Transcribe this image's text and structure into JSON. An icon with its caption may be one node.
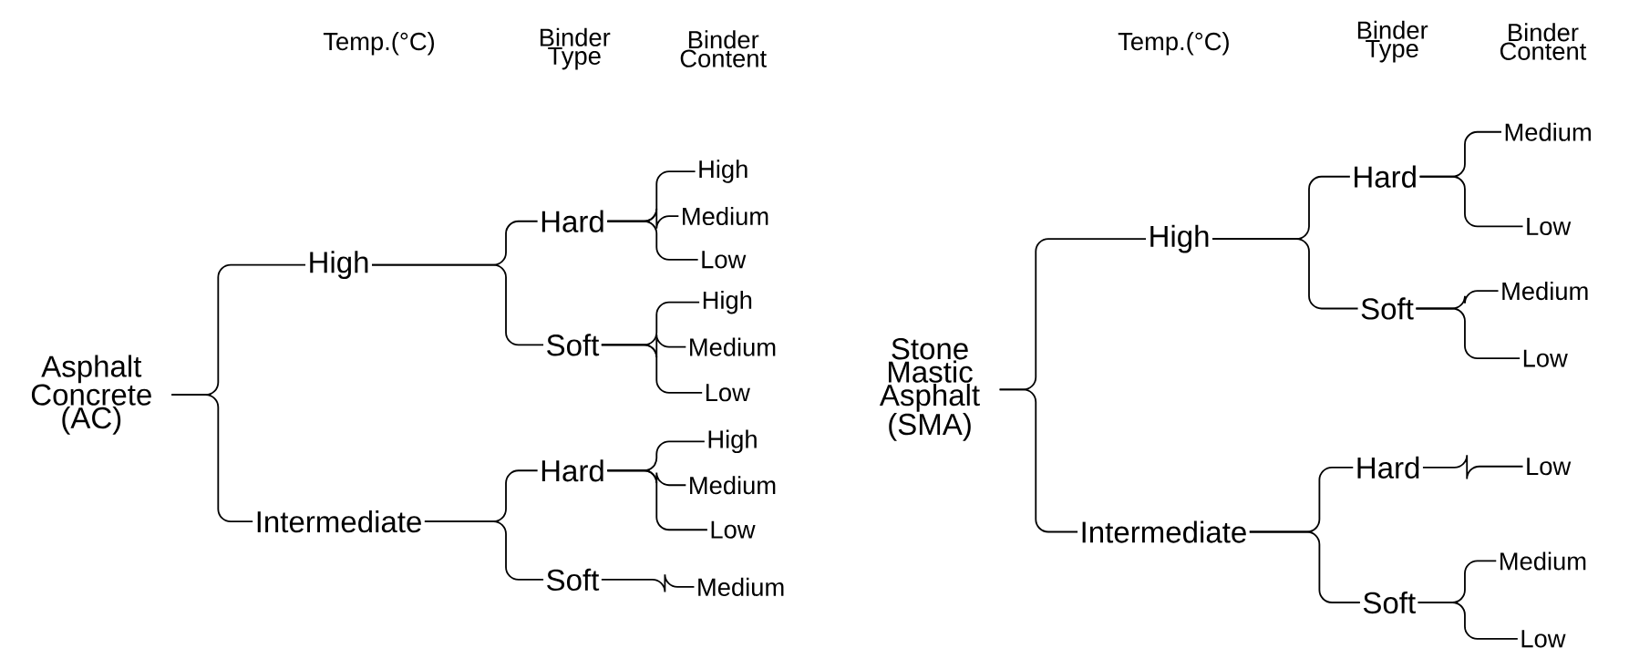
{
  "diagram": {
    "nodes": [
      {
        "text": [
          "Asphalt Concrete (AC)"
        ]
      },
      {
        "text": [
          "High"
        ]
      },
      {
        "text": [
          "Hard"
        ]
      },
      {
        "text": [
          "High"
        ]
      },
      {
        "text": [
          "Medium"
        ]
      },
      {
        "text": [
          "Low"
        ]
      },
      {
        "text": [
          "Soft"
        ]
      },
      {
        "text": [
          "High"
        ]
      },
      {
        "text": [
          "Medium"
        ]
      },
      {
        "text": [
          "Low"
        ]
      },
      {
        "text": [
          "Intermediate"
        ]
      },
      {
        "text": [
          "Hard"
        ]
      },
      {
        "text": [
          "High"
        ]
      },
      {
        "text": [
          "Medium"
        ]
      },
      {
        "text": [
          "Low"
        ]
      },
      {
        "text": [
          "Soft"
        ]
      },
      {
        "text": [
          "Medium"
        ]
      },
      {
        "text": [
          "Stone Mastic Asphalt (SMA)"
        ]
      },
      {
        "text": [
          "High"
        ]
      },
      {
        "text": [
          "Hard"
        ]
      },
      {
        "text": [
          "Medium"
        ]
      },
      {
        "text": [
          "Low"
        ]
      },
      {
        "text": [
          "Soft"
        ]
      },
      {
        "text": [
          "Medium"
        ]
      },
      {
        "text": [
          "Low"
        ]
      },
      {
        "text": [
          "Intermediate"
        ]
      },
      {
        "text": [
          "Hard"
        ]
      },
      {
        "text": [
          "Low"
        ]
      },
      {
        "text": [
          "Soft"
        ]
      },
      {
        "text": [
          "Medium"
        ]
      },
      {
        "text": [
          "Low"
        ]
      }
    ],
    "edges": [
      {
        "from": 0,
        "to": 1,
        "arrow": "none"
      },
      {
        "from": 0,
        "to": 10,
        "arrow": "none"
      },
      {
        "from": 1,
        "to": 2,
        "arrow": "none"
      },
      {
        "from": 1,
        "to": 6,
        "arrow": "none"
      },
      {
        "from": 2,
        "to": 3,
        "arrow": "none"
      },
      {
        "from": 2,
        "to": 4,
        "arrow": "none"
      },
      {
        "from": 2,
        "to": 5,
        "arrow": "none"
      },
      {
        "from": 6,
        "to": 7,
        "arrow": "none"
      },
      {
        "from": 6,
        "to": 8,
        "arrow": "none"
      },
      {
        "from": 6,
        "to": 9,
        "arrow": "none"
      },
      {
        "from": 10,
        "to": 11,
        "arrow": "none"
      },
      {
        "from": 10,
        "to": 15,
        "arrow": "none"
      },
      {
        "from": 11,
        "to": 12,
        "arrow": "none"
      },
      {
        "from": 11,
        "to": 13,
        "arrow": "none"
      },
      {
        "from": 11,
        "to": 14,
        "arrow": "none"
      },
      {
        "from": 15,
        "to": 16,
        "arrow": "none"
      },
      {
        "from": 17,
        "to": 18,
        "arrow": "none"
      },
      {
        "from": 17,
        "to": 25,
        "arrow": "none"
      },
      {
        "from": 18,
        "to": 19,
        "arrow": "none"
      },
      {
        "from": 18,
        "to": 22,
        "arrow": "none"
      },
      {
        "from": 19,
        "to": 20,
        "arrow": "none"
      },
      {
        "from": 19,
        "to": 21,
        "arrow": "none"
      },
      {
        "from": 22,
        "to": 23,
        "arrow": "none"
      },
      {
        "from": 22,
        "to": 24,
        "arrow": "none"
      },
      {
        "from": 25,
        "to": 26,
        "arrow": "none"
      },
      {
        "from": 25,
        "to": 28,
        "arrow": "none"
      },
      {
        "from": 26,
        "to": 27,
        "arrow": "none"
      },
      {
        "from": 28,
        "to": 29,
        "arrow": "none"
      },
      {
        "from": 28,
        "to": 30,
        "arrow": "none"
      }
    ],
    "labels": [
      "Temp.(°C)",
      "Binder Type",
      "Binder Content",
      "Temp.(°C)",
      "Binder Type",
      "Binder Content"
    ]
  }
}
